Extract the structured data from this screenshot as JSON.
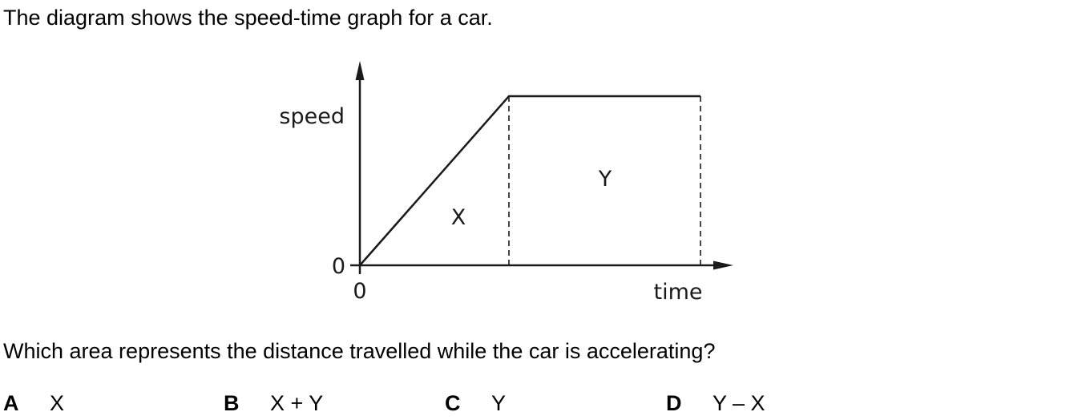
{
  "question": {
    "intro": "The diagram shows the speed-time graph for a car.",
    "prompt": "Which area represents the distance travelled while the car is accelerating?",
    "options": [
      {
        "letter": "A",
        "text": "X"
      },
      {
        "letter": "B",
        "text": "X + Y"
      },
      {
        "letter": "C",
        "text": "Y"
      },
      {
        "letter": "D",
        "text": "Y – X"
      }
    ]
  },
  "graph": {
    "ylabel": "speed",
    "xlabel": "time",
    "origin_y_label": "0",
    "origin_x_label": "0",
    "region_x_label": "X",
    "region_y_label": "Y"
  }
}
